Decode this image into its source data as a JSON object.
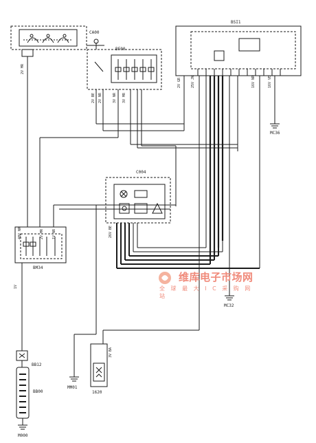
{
  "components": {
    "ca00": {
      "name": "CA00"
    },
    "bsi1": {
      "name": "BSI1"
    },
    "bf00": {
      "name": "BF00"
    },
    "c004": {
      "name": "C004"
    },
    "bm34": {
      "name": "BM34"
    },
    "bb12": {
      "name": "BB12"
    },
    "bb00": {
      "name": "BB00"
    },
    "m000": {
      "name": "M000"
    },
    "mm01": {
      "name": "MM01"
    },
    "c1620": {
      "name": "1620"
    },
    "mc36": {
      "name": "MC36"
    },
    "mc32": {
      "name": "MC32"
    }
  },
  "pins": {
    "ca00_2v": "2V MR",
    "ca00_pin": "2V",
    "bf_left_labels": [
      "2V BE",
      "2V NR",
      "3V NR",
      "3V MR"
    ],
    "bsi_left_pins": [
      "2V GR",
      "25V JN"
    ],
    "bsi_right_pins": [
      "16V NR",
      "16V VE"
    ],
    "bm34_top": [
      "40V NR",
      "2V MR",
      "1V NR"
    ],
    "c004_pins": "26V BE",
    "bb12_pin": "1V",
    "c1620_pin": "3V BA"
  },
  "watermark": {
    "main": "维库电子市场网",
    "sub": "全 球 最 大 I C 采 购 网 站"
  },
  "colors": {
    "line": "#1a1a1a",
    "watermark": "#f08a7a"
  }
}
